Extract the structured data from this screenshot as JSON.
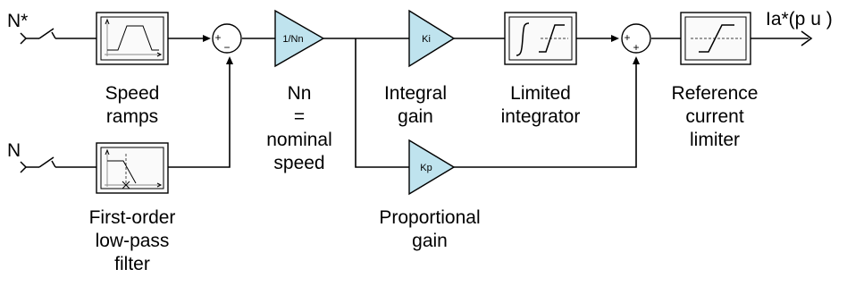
{
  "inputs": {
    "reference_speed": "N*",
    "measured_speed": "N"
  },
  "output": {
    "label": "Ia*(p u )"
  },
  "blocks": {
    "speed_ramps": {
      "line1": "Speed",
      "line2": "ramps"
    },
    "low_pass_filter": {
      "line1": "First-order",
      "line2": "low-pass",
      "line3": "filter"
    },
    "normalization": {
      "gain_text": "1/Nn",
      "line1": "Nn",
      "line2": "=",
      "line3": "nominal",
      "line4": "speed"
    },
    "integral_gain": {
      "gain_text": "Ki",
      "line1": "Integral",
      "line2": "gain"
    },
    "proportional_gain": {
      "gain_text": "Kp",
      "line1": "Proportional",
      "line2": "gain"
    },
    "limited_integrator": {
      "line1": "Limited",
      "line2": "integrator"
    },
    "current_limiter": {
      "line1": "Reference",
      "line2": "current",
      "line3": "limiter"
    }
  },
  "summing_junctions": {
    "error_sum": {
      "top_sign": "+",
      "bottom_sign": "−"
    },
    "output_sum": {
      "top_sign": "+",
      "bottom_sign": "+"
    }
  },
  "colors": {
    "gain_fill": "#bfe3ee",
    "block_fill": "#fafafa",
    "line": "#000000"
  }
}
